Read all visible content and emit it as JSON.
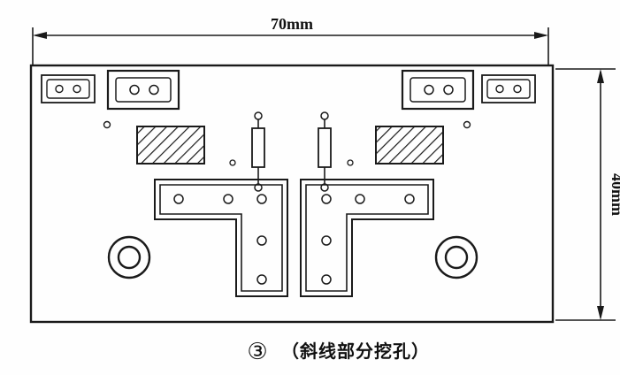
{
  "diagram": {
    "title_semantic": "panel-cutout-drawing",
    "dimensions": {
      "width_label": "70mm",
      "height_label": "40mm"
    },
    "caption": {
      "number": "③",
      "text": "（斜线部分挖孔）"
    },
    "colors": {
      "ink": "#1a1a1a",
      "paper": "#fefefe"
    }
  }
}
